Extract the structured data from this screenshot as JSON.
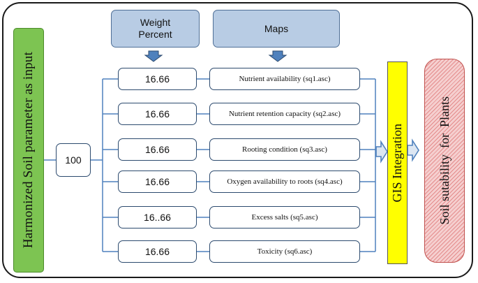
{
  "input_label": "Harmonized Soil parameter as input",
  "total_weight": "100",
  "headers": {
    "weight": "Weight\nPercent",
    "maps": "Maps"
  },
  "rows": [
    {
      "weight": "16.66",
      "map": "Nutrient availability (sq1.asc)"
    },
    {
      "weight": "16.66",
      "map": "Nutrient retention capacity (sq2.asc)"
    },
    {
      "weight": "16.66",
      "map": "Rooting condition (sq3.asc)"
    },
    {
      "weight": "16.66",
      "map": "Oxygen availability  to roots (sq4.asc)"
    },
    {
      "weight": "16..66",
      "map": "Excess salts (sq5.asc)"
    },
    {
      "weight": "16.66",
      "map": "Toxicity (sq6.asc)"
    }
  ],
  "gis_label": "GIS Integration",
  "output_label": "Soil sutability  for  Plants",
  "colors": {
    "arrow": "#4f81bd",
    "line": "#4f81bd",
    "input": "#7dc452",
    "gis": "#ffff00",
    "output_hatch": "#d65656"
  }
}
